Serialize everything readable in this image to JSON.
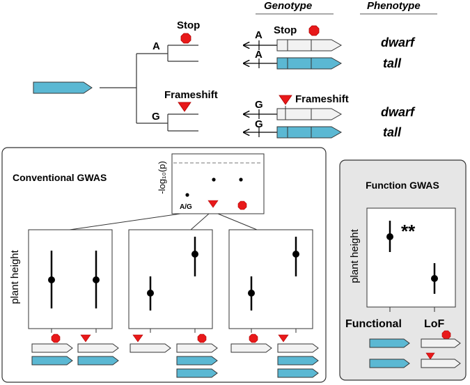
{
  "top": {
    "genotype_header": "Genotype",
    "phenotype_header": "Phenotype",
    "allele_A": "A",
    "allele_G": "G",
    "stop_label": "Stop",
    "frameshift_label": "Frameshift",
    "phenotypes": [
      "dwarf",
      "tall",
      "dwarf",
      "tall"
    ]
  },
  "conventional": {
    "title": "Conventional GWAS",
    "manhattan_ylabel": "-log₁₀(p)",
    "manhattan_ag_label": "A/G",
    "ylabel": "plant height"
  },
  "function_gwas": {
    "title": "Function GWAS",
    "ylabel": "plant height",
    "significance": "**",
    "x_labels": [
      "Functional",
      "LoF"
    ]
  },
  "colors": {
    "functional_gene": "#5bb8d3",
    "nonfunctional_gene": "#f2f2f2",
    "variant_marker": "#e8191a",
    "function_panel_bg": "#e6e6e6"
  }
}
